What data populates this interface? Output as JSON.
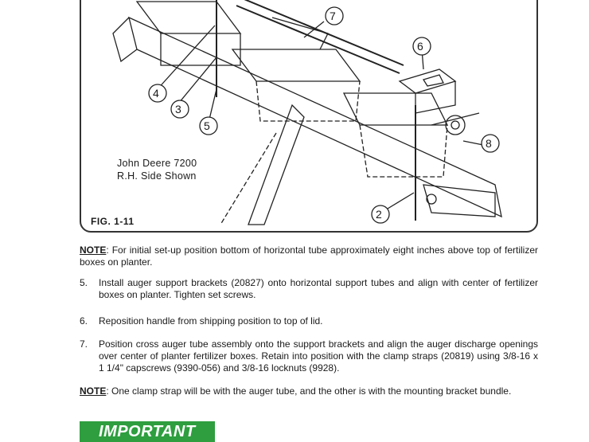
{
  "figure": {
    "caption_line1": "John Deere 7200",
    "caption_line2": "R.H. Side Shown",
    "fig_label": "FIG. 1-11",
    "callouts": [
      "7",
      "6",
      "4",
      "3",
      "5",
      "8",
      "2"
    ]
  },
  "note1": {
    "label": "NOTE",
    "text": ": For initial set-up position bottom of horizontal tube approximately eight inches above top of fertilizer boxes on planter."
  },
  "steps": [
    {
      "num": "5.",
      "text": "Install auger support brackets (20827) onto horizontal support tubes and align with center of fertilizer boxes on planter. Tighten set screws."
    },
    {
      "num": "6.",
      "text": "Reposition handle from shipping position to top of lid."
    },
    {
      "num": "7.",
      "text": "Position cross auger tube assembly onto the support brackets and align the auger discharge openings over center of planter fertilizer boxes. Retain into position with the clamp straps (20819) using 3/8-16 x 1 1/4\" capscrews (9390-056) and 3/8-16 locknuts (9928)."
    }
  ],
  "note2": {
    "label": "NOTE",
    "text": ": One clamp strap will be with the auger tube, and the other is with the mounting bracket bundle."
  },
  "important_label": "IMPORTANT",
  "colors": {
    "banner": "#2e9e3e"
  }
}
